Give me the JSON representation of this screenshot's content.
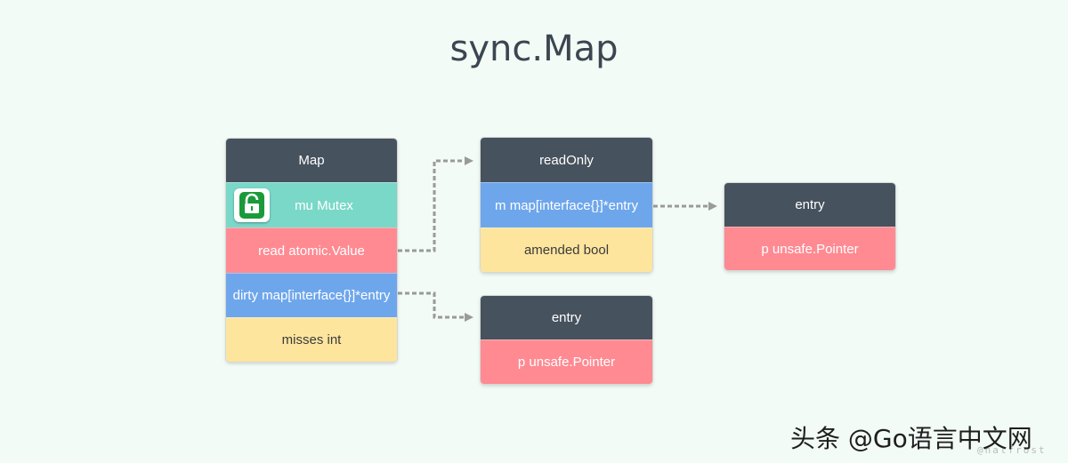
{
  "title": "sync.Map",
  "colors": {
    "header": "#46525d",
    "teal": "#79d8c8",
    "red": "#ff8a92",
    "blue": "#6ea6ec",
    "yellow": "#fde59e",
    "background": "#f2fbf6",
    "connector": "#9a9a9a"
  },
  "map_struct": {
    "header": "Map",
    "fields": {
      "mu": "mu Mutex",
      "read": "read atomic.Value",
      "dirty": "dirty map[interface{}]*entry",
      "misses": "misses int"
    },
    "lock_icon": "unlock-icon"
  },
  "readonly_struct": {
    "header": "readOnly",
    "fields": {
      "m": "m map[interface{}]*entry",
      "amended": "amended bool"
    }
  },
  "entry_right": {
    "header": "entry",
    "fields": {
      "p": "p unsafe.Pointer"
    }
  },
  "entry_bottom": {
    "header": "entry",
    "fields": {
      "p": "p unsafe.Pointer"
    }
  },
  "watermark": "头条 @Go语言中文网",
  "sub_watermark": "@halfrost"
}
